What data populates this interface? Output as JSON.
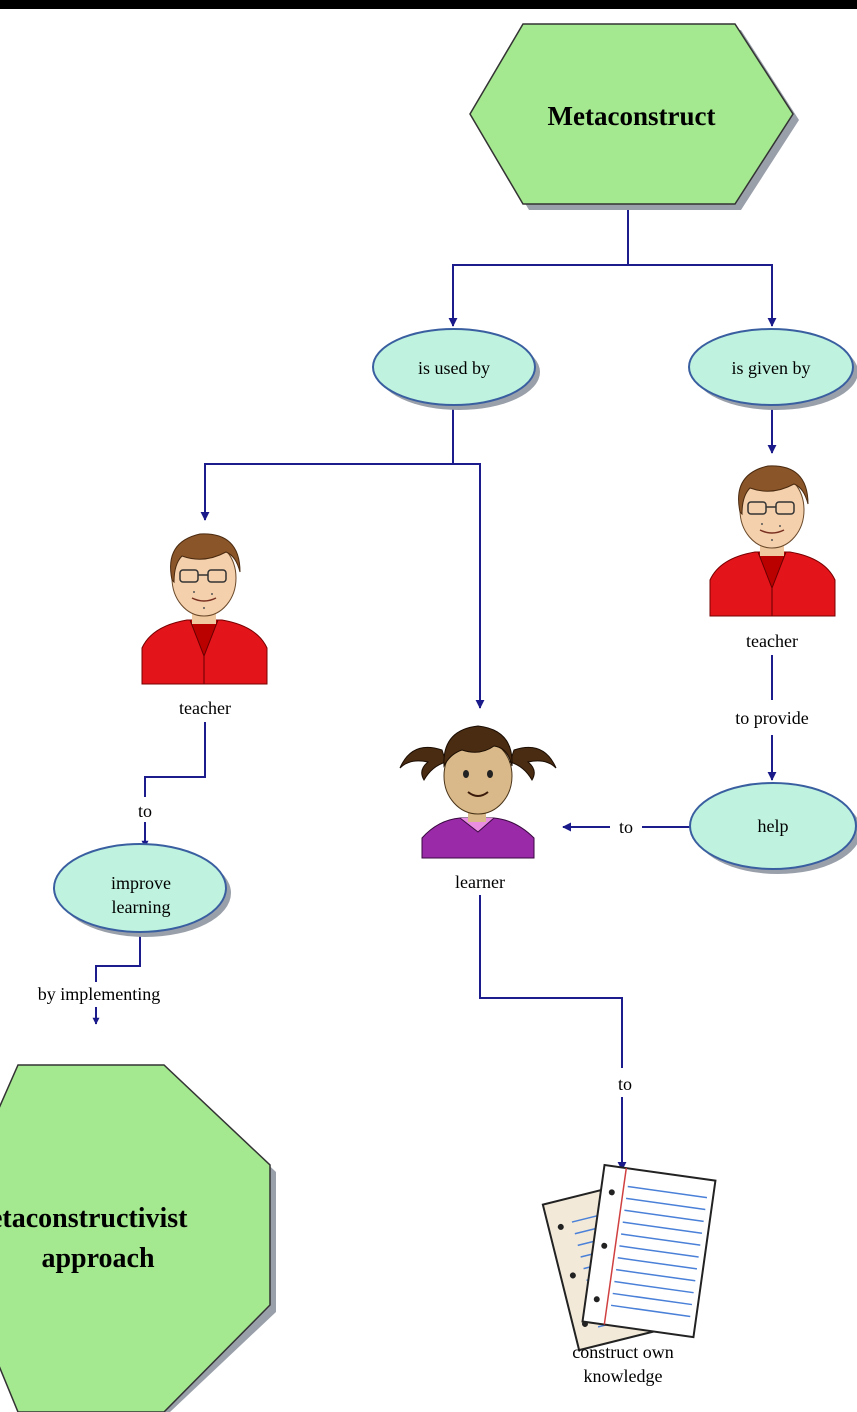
{
  "title_node": {
    "label": "Metaconstruct"
  },
  "relations": {
    "used_by": "is used by",
    "given_by": "is given by",
    "to_provide": "to provide",
    "to_teacher": "to",
    "to_learner": "to",
    "to_help": "to",
    "by_implementing": "by implementing"
  },
  "concepts": {
    "teacher_left": "teacher",
    "teacher_right": "teacher",
    "learner": "learner",
    "help": "help",
    "improve_learning_line1": "improve",
    "improve_learning_line2": "learning",
    "approach_line1": "etaconstructivist",
    "approach_line2": "approach",
    "knowledge_line1": "construct own",
    "knowledge_line2": "knowledge"
  },
  "colors": {
    "green_fill": "#a4e88f",
    "ellipse_fill": "#bff2df",
    "ellipse_border": "#3a5fa0",
    "line": "#1c1c8c",
    "arrow": "#1a1a8a",
    "shadow": "#9aa0aa"
  },
  "icons": {
    "teacher": "teacher-person-icon",
    "learner": "learner-girl-icon",
    "knowledge": "paper-documents-icon"
  }
}
